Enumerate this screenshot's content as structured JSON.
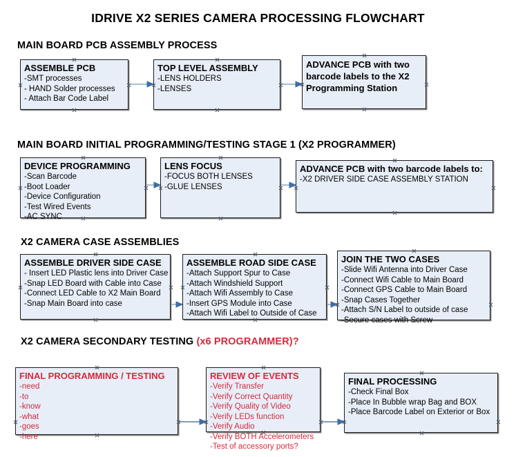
{
  "document": {
    "title": "IDRIVE X2  SERIES CAMERA PROCESSING FLOWCHART",
    "accent_red": "#d42a3c",
    "box_fill": "#e8eef7",
    "box_border": "#1a1a1a",
    "connector_color": "#8fa7c0"
  },
  "sections": [
    {
      "id": "main-board-pcb-assembly",
      "heading": "MAIN BOARD PCB ASSEMBLY PROCESS",
      "heading_accent": "",
      "nodes": [
        {
          "id": "assemble-pcb",
          "title": "ASSEMBLE PCB",
          "lines": [
            "-SMT processes",
            "- HAND Solder processes",
            "- Attach Bar Code Label"
          ],
          "style": "black"
        },
        {
          "id": "top-level-assembly",
          "title": "TOP LEVEL ASSEMBLY",
          "lines": [
            "-LENS HOLDERS",
            "-LENSES"
          ],
          "style": "black"
        },
        {
          "id": "advance-pcb-to-x2-programming-station",
          "title": "ADVANCE PCB with two barcode labels to the  X2 Programming Station",
          "lines": [],
          "style": "black"
        }
      ]
    },
    {
      "id": "main-board-initial-programming",
      "heading": "MAIN BOARD INITIAL PROGRAMMING/TESTING STAGE 1 (X2 PROGRAMMER)",
      "heading_accent": "",
      "nodes": [
        {
          "id": "device-programming",
          "title": "DEVICE PROGRAMMING",
          "lines": [
            "-Scan Barcode",
            "-Boot Loader",
            "-Device Configuration",
            "-Test Wired Events",
            "-AC SYNC"
          ],
          "style": "black"
        },
        {
          "id": "lens-focus",
          "title": "LENS FOCUS",
          "lines": [
            "-FOCUS BOTH LENSES",
            "-GLUE LENSES"
          ],
          "style": "black"
        },
        {
          "id": "advance-pcb-to-driver-side-case-station",
          "title": "ADVANCE PCB with two barcode labels to:",
          "lines": [
            "-X2 DRIVER  SIDE  CASE  ASSEMBLY STATION"
          ],
          "style": "black"
        }
      ]
    },
    {
      "id": "x2-camera-case-assemblies",
      "heading": "X2 CAMERA CASE ASSEMBLIES",
      "heading_accent": "",
      "nodes": [
        {
          "id": "assemble-driver-side-case",
          "title": "ASSEMBLE DRIVER SIDE CASE",
          "lines": [
            "- Insert LED Plastic lens into Driver Case",
            "-Snap LED Board with Cable into Case",
            "-Connect LED Cable to X2 Main Board",
            "-Snap Main Board into case"
          ],
          "style": "black"
        },
        {
          "id": "assemble-road-side-case",
          "title": "ASSEMBLE ROAD SIDE CASE",
          "lines": [
            "-Attach Support Spur to Case",
            "-Attach Windshield Support",
            "-Attach Wifi Assembly to Case",
            "-Insert GPS Module into Case",
            "-Attach Wifi Label to Outside of Case"
          ],
          "style": "black"
        },
        {
          "id": "join-the-two-cases",
          "title": "JOIN THE TWO CASES",
          "lines": [
            "-Slide Wifi Antenna into Driver Case",
            "-Connect Wifi Cable to Main Board",
            "-Connect GPS Cable to Main Board",
            "-Snap Cases Together",
            "-Attach S/N Label to outside of case",
            "-Secure cases with Screw"
          ],
          "style": "black"
        }
      ]
    },
    {
      "id": "x2-camera-secondary-testing",
      "heading": "X2 CAMERA SECONDARY TESTING ",
      "heading_accent": "(x6 PROGRAMMER)?",
      "nodes": [
        {
          "id": "final-programming-testing",
          "title": "FINAL PROGRAMMING / TESTING",
          "lines": [
            "-need",
            "-to",
            "-know",
            "-what",
            "-goes",
            "-here"
          ],
          "style": "red"
        },
        {
          "id": "review-of-events",
          "title": "REVIEW OF EVENTS",
          "lines": [
            "-Verify Transfer",
            "-Verify Correct Quantity",
            "-Verify Quality of Video",
            "-Verify LEDs function",
            "-Verify Audio",
            "-Verify BOTH Accelerometers",
            "-Test of accessory ports?"
          ],
          "style": "red"
        },
        {
          "id": "final-processing",
          "title": "FINAL PROCESSING",
          "lines": [
            " -Check Final Box",
            "-Place In Bubble wrap Bag and BOX",
            "-Place Barcode Label on Exterior or Box"
          ],
          "style": "black"
        }
      ]
    }
  ],
  "connectors": [
    {
      "id": "conn-assemble-pcb-to-top-level",
      "from": "assemble-pcb",
      "to": "top-level-assembly"
    },
    {
      "id": "conn-top-level-to-advance-pcb",
      "from": "top-level-assembly",
      "to": "advance-pcb-to-x2-programming-station"
    },
    {
      "id": "conn-device-programming-to-lens-focus",
      "from": "device-programming",
      "to": "lens-focus"
    },
    {
      "id": "conn-lens-focus-to-advance-pcb",
      "from": "lens-focus",
      "to": "advance-pcb-to-driver-side-case-station"
    },
    {
      "id": "conn-driver-case-to-road-case",
      "from": "assemble-driver-side-case",
      "to": "assemble-road-side-case"
    },
    {
      "id": "conn-road-case-to-join-cases",
      "from": "assemble-road-side-case",
      "to": "join-the-two-cases"
    },
    {
      "id": "conn-final-programming-to-review",
      "from": "final-programming-testing",
      "to": "review-of-events"
    },
    {
      "id": "conn-review-to-final-processing",
      "from": "review-of-events",
      "to": "final-processing"
    }
  ]
}
